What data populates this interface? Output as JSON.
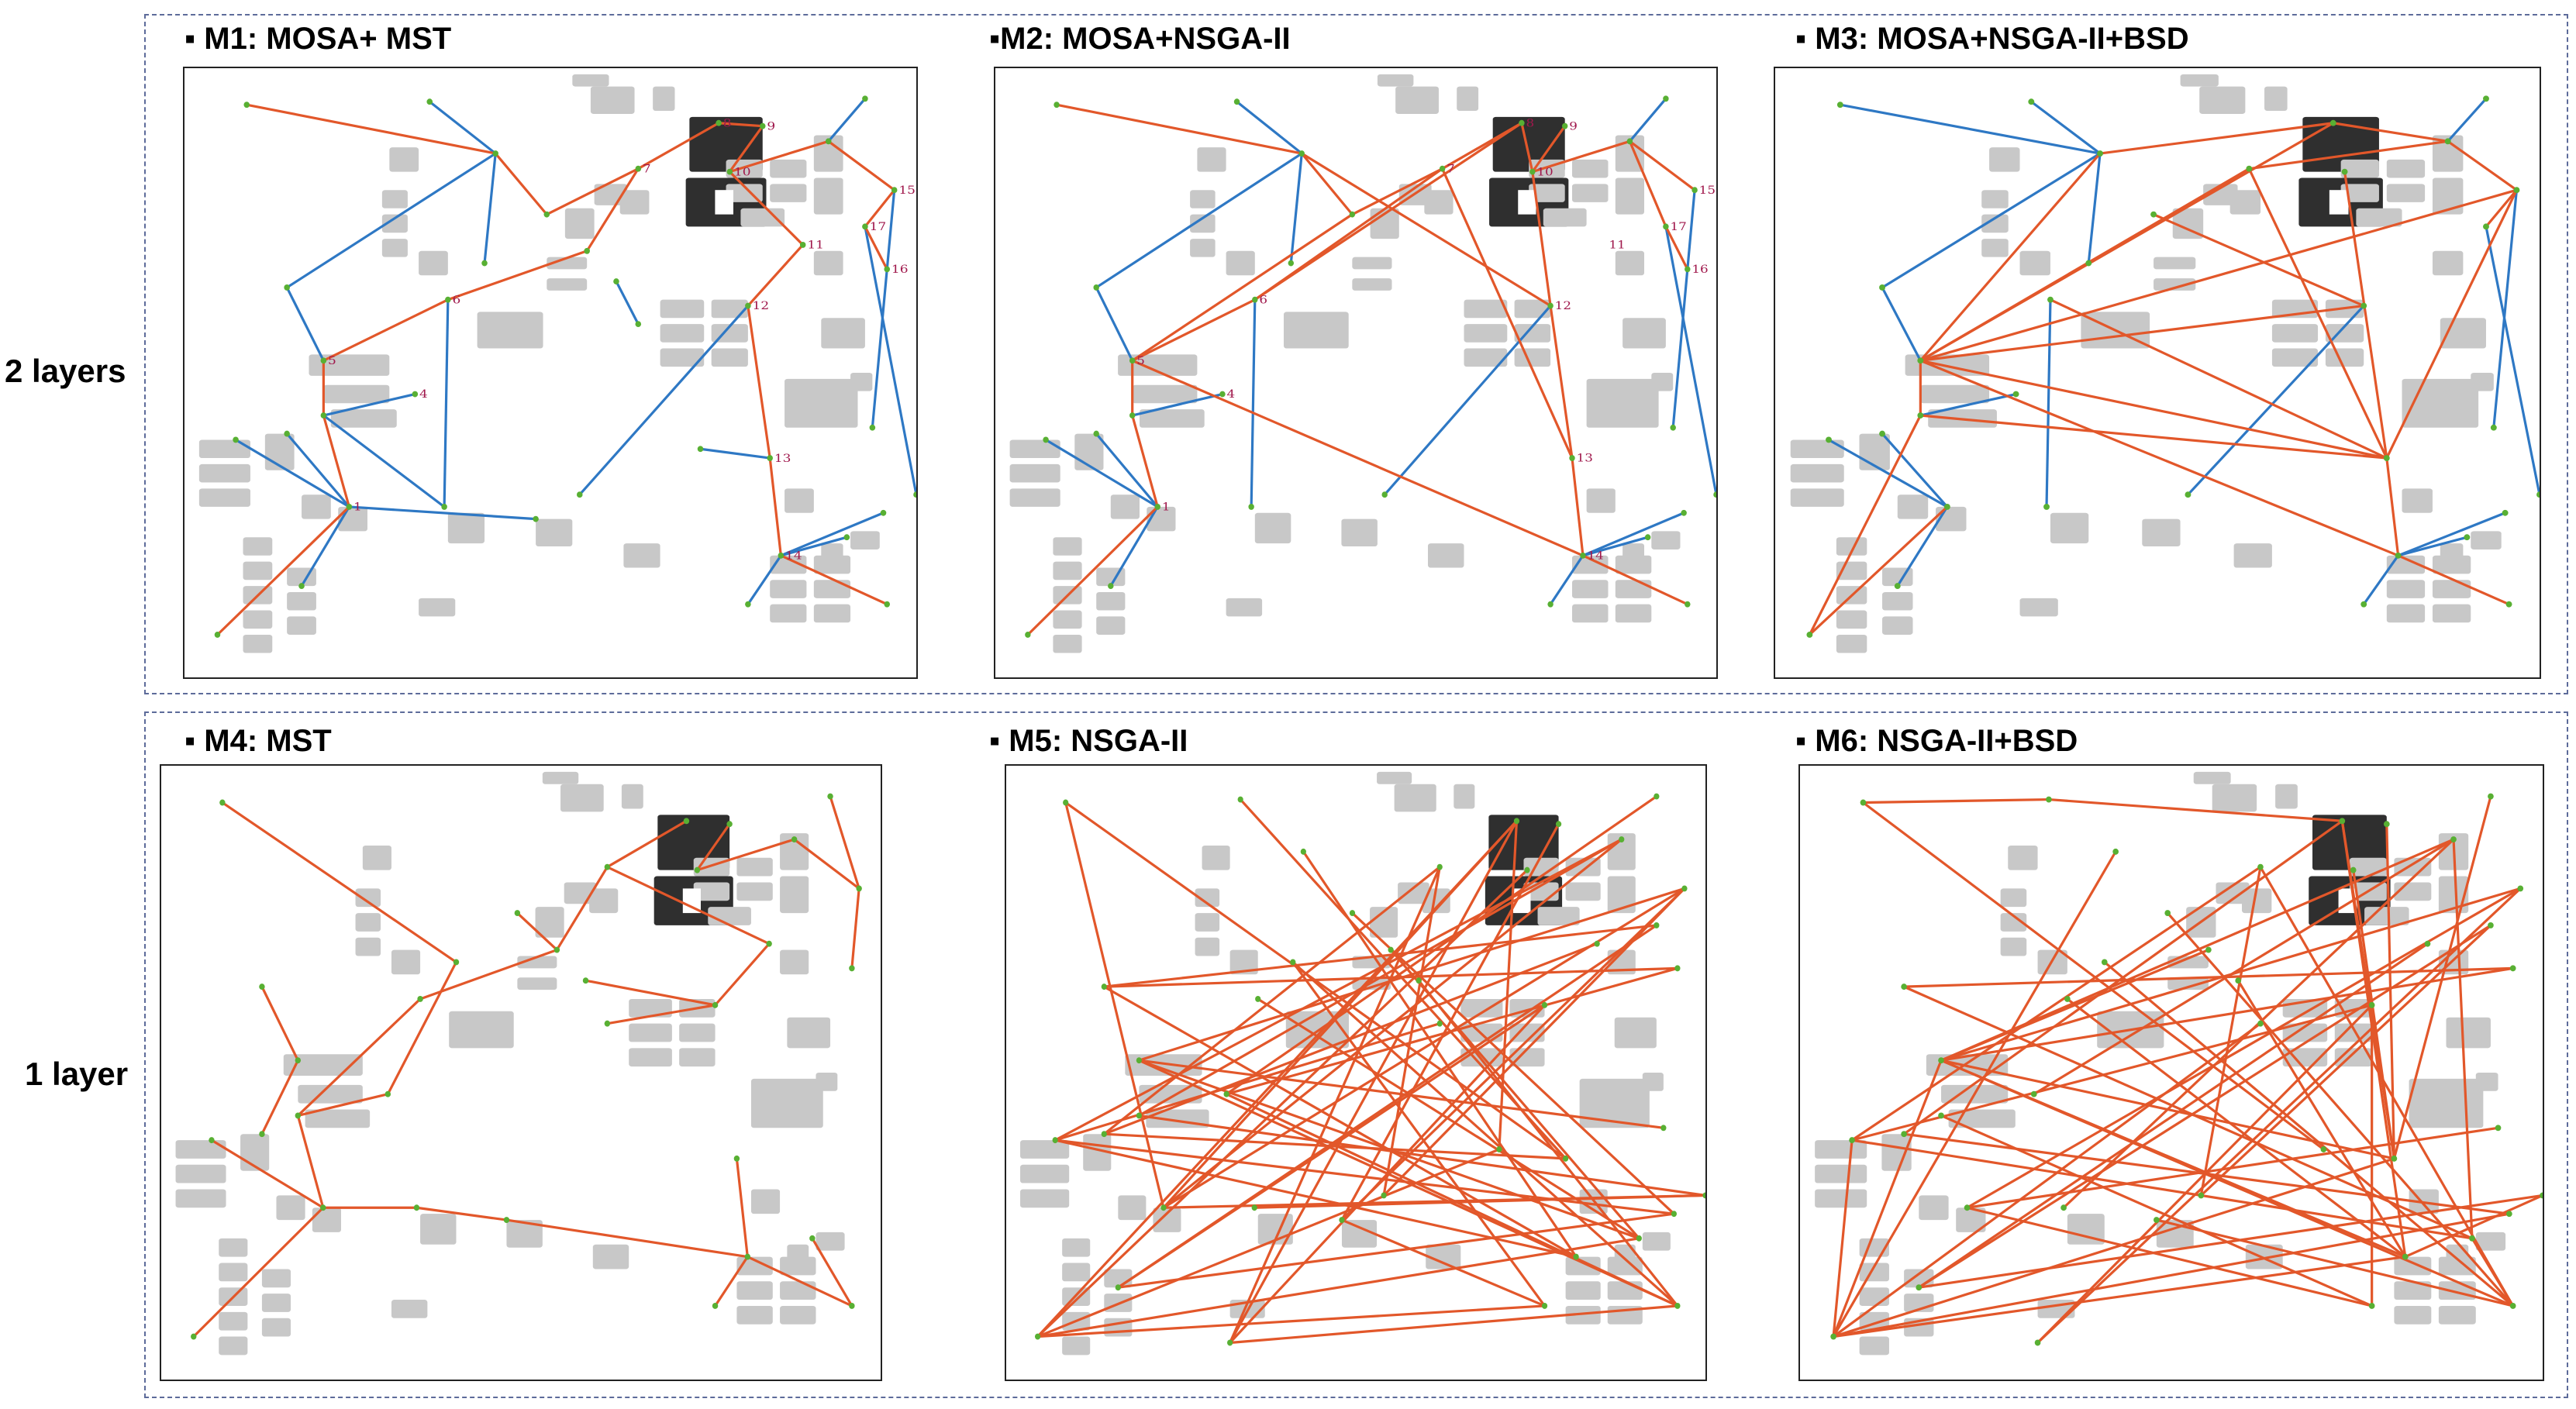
{
  "rows": {
    "top_label": "2 layers",
    "bottom_label": "1 layer"
  },
  "panels": [
    {
      "id": "m1",
      "title": "▪ M1: MOSA+ MST",
      "variant": "mst2"
    },
    {
      "id": "m2",
      "title": "▪M2: MOSA+NSGA-II",
      "variant": "nsga2"
    },
    {
      "id": "m3",
      "title": "▪ M3: MOSA+NSGA-II+BSD",
      "variant": "bsd2"
    },
    {
      "id": "m4",
      "title": "▪ M4: MST",
      "variant": "mst1"
    },
    {
      "id": "m5",
      "title": "▪  M5: NSGA-II",
      "variant": "nsga1"
    },
    {
      "id": "m6",
      "title": "▪ M6: NSGA-II+BSD",
      "variant": "bsd1"
    }
  ],
  "node_labels": [
    "1",
    "4",
    "5",
    "6",
    "7",
    "8",
    "9",
    "10",
    "11",
    "12",
    "13",
    "14",
    "15",
    "16",
    "17"
  ],
  "colors": {
    "backbone": "#e2572a",
    "access": "#2e78c4",
    "node": "#58b033",
    "label": "#a0184c",
    "building_light": "#c8c8c8",
    "building_dark": "#2f2f2f",
    "frame": "#222222",
    "group_border": "#5d6b9a"
  }
}
